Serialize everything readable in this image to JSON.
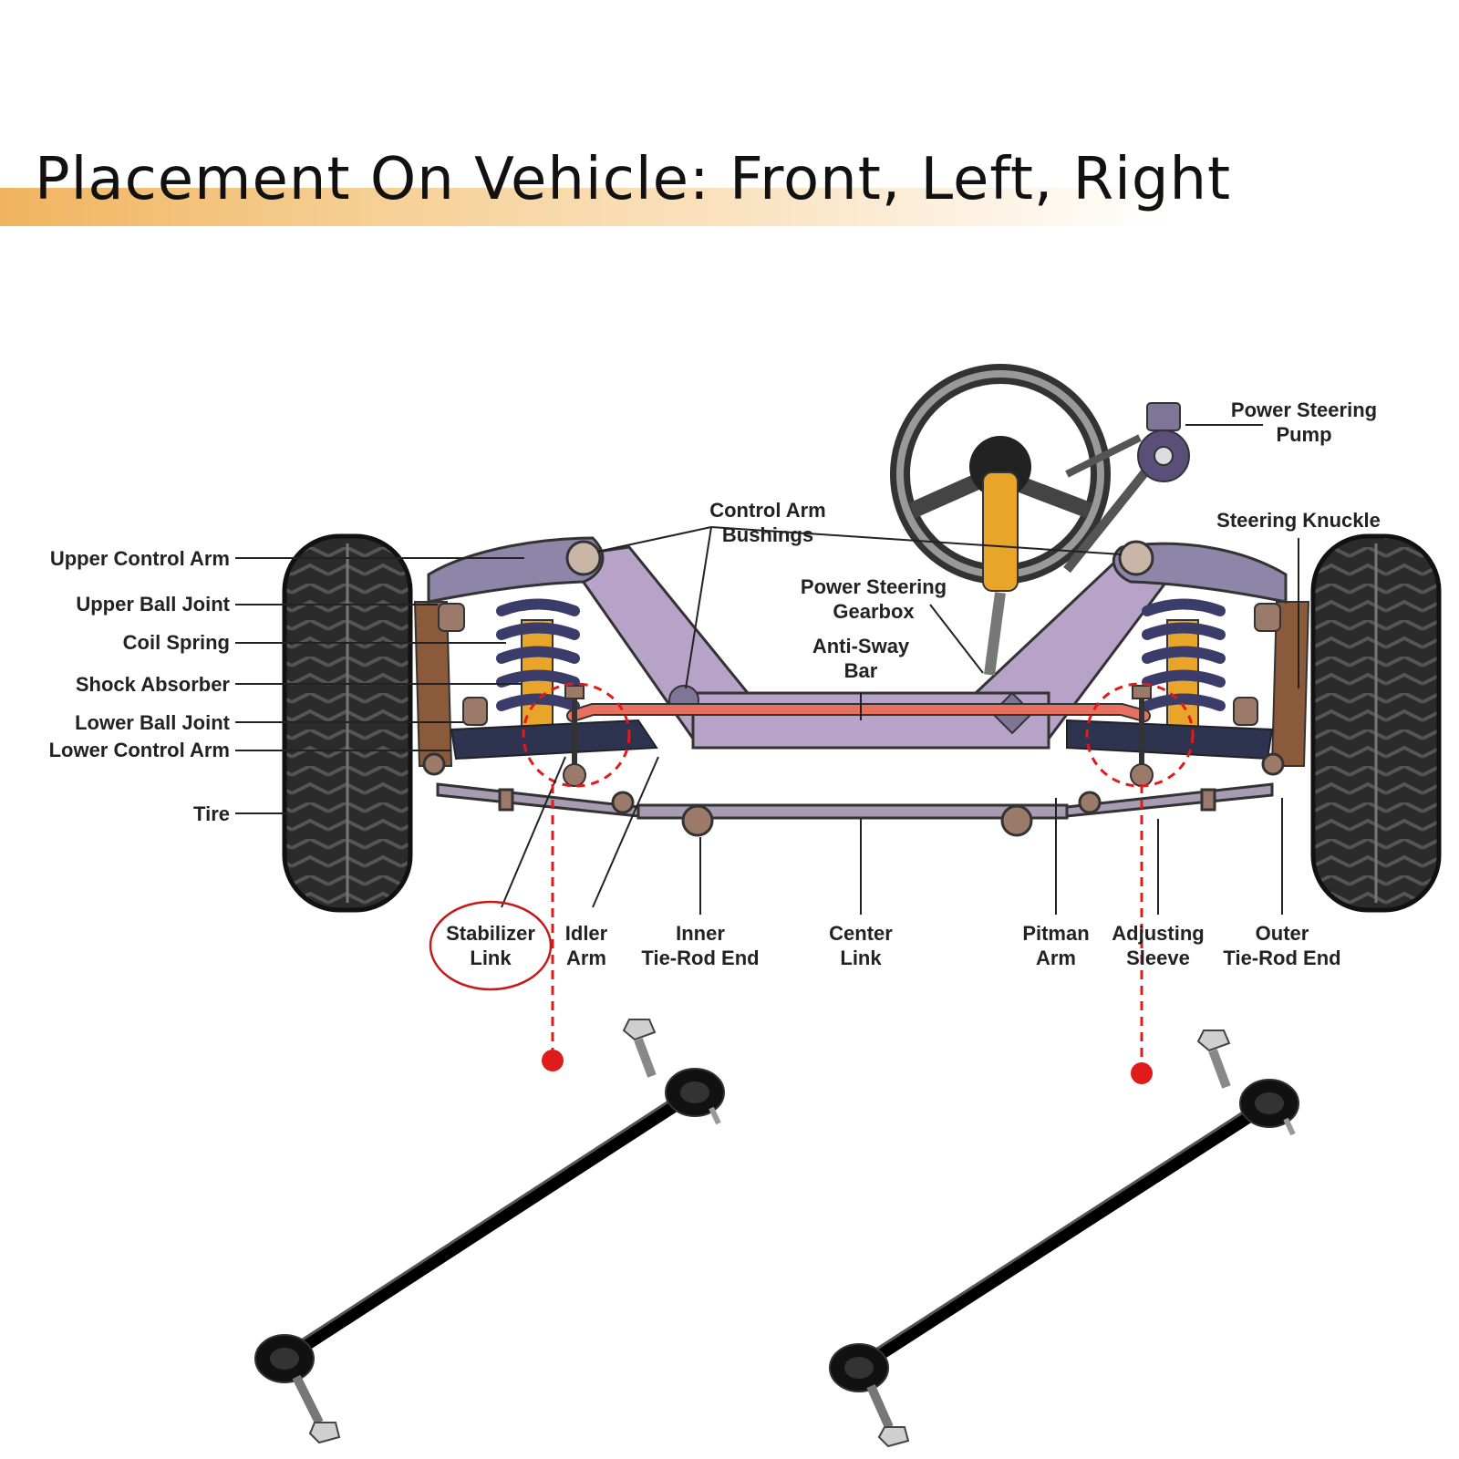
{
  "title": "Placement On Vehicle: Front, Left, Right",
  "labels": {
    "upper_control_arm": "Upper Control Arm",
    "upper_ball_joint": "Upper Ball Joint",
    "coil_spring": "Coil Spring",
    "shock_absorber": "Shock Absorber",
    "lower_ball_joint": "Lower Ball Joint",
    "lower_control_arm": "Lower Control Arm",
    "tire": "Tire",
    "control_arm_bushings_1": "Control Arm",
    "control_arm_bushings_2": "Bushings",
    "power_steering_gearbox_1": "Power Steering",
    "power_steering_gearbox_2": "Gearbox",
    "anti_sway_bar_1": "Anti-Sway",
    "anti_sway_bar_2": "Bar",
    "power_steering_pump_1": "Power Steering",
    "power_steering_pump_2": "Pump",
    "steering_knuckle": "Steering Knuckle",
    "stabilizer_link_1": "Stabilizer",
    "stabilizer_link_2": "Link",
    "idler_arm_1": "Idler",
    "idler_arm_2": "Arm",
    "inner_tie_rod_1": "Inner",
    "inner_tie_rod_2": "Tie-Rod End",
    "center_link_1": "Center",
    "center_link_2": "Link",
    "pitman_arm_1": "Pitman",
    "pitman_arm_2": "Arm",
    "adjusting_sleeve_1": "Adjusting",
    "adjusting_sleeve_2": "Sleeve",
    "outer_tie_rod_1": "Outer",
    "outer_tie_rod_2": "Tie-Rod End"
  },
  "colors": {
    "highlight": "#e01b1b",
    "anti_sway_bar": "#e8705f",
    "frame": "#b8a3c8",
    "arm": "#8e86a8",
    "spring": "#3a3d6a",
    "shock": "#e8a52a",
    "tire": "#2a2a2a",
    "title_band": "#f0b45f"
  }
}
